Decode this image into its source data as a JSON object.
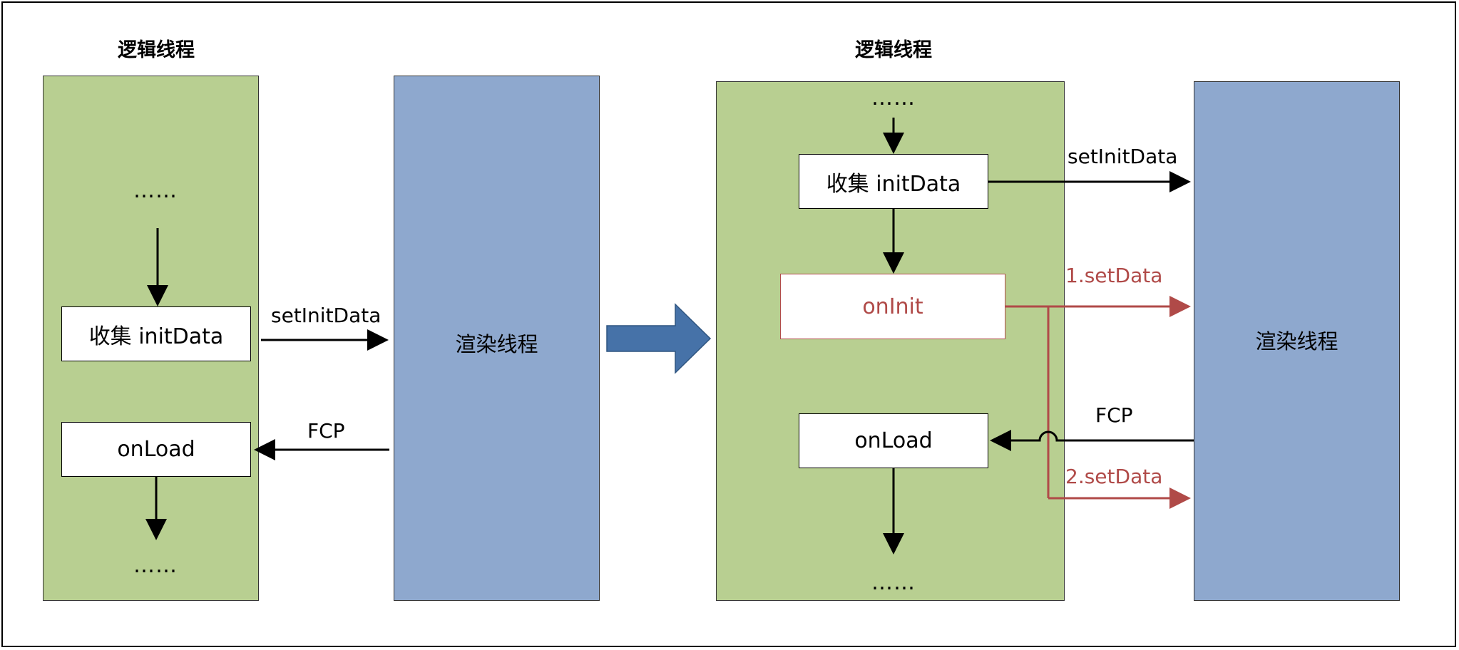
{
  "left_diagram": {
    "logic_title": "逻辑线程",
    "dots_top": "……",
    "collect_box": "收集 initData",
    "onload_box": "onLoad",
    "dots_bottom": "……",
    "render_lane": "渲染线程",
    "arrow_setinitdata": "setInitData",
    "arrow_fcp": "FCP"
  },
  "right_diagram": {
    "logic_title": "逻辑线程",
    "dots_top": "……",
    "collect_box": "收集 initData",
    "oninit_box": "onInit",
    "onload_box": "onLoad",
    "dots_bottom": "……",
    "render_lane": "渲染线程",
    "arrow_setinitdata": "setInitData",
    "arrow_setdata_1": "1.setData",
    "arrow_fcp": "FCP",
    "arrow_setdata_2": "2.setData"
  },
  "colors": {
    "logic_lane": "#b8cf91",
    "render_lane": "#8ea8ce",
    "transition_arrow": "#4672a8",
    "highlight": "#b04a48"
  }
}
